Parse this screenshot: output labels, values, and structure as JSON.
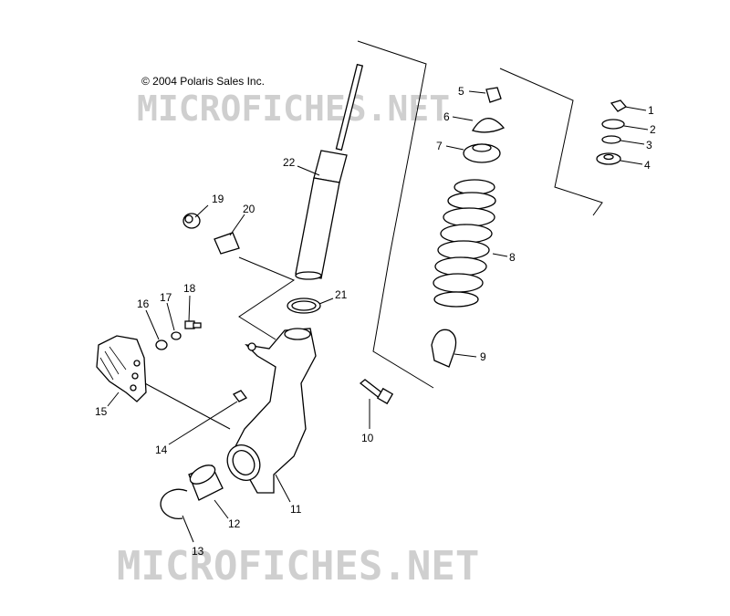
{
  "copyright": "© 2004 Polaris Sales Inc.",
  "watermark_text": "MICROFICHES.NET",
  "callouts": [
    "1",
    "2",
    "3",
    "4",
    "5",
    "6",
    "7",
    "8",
    "9",
    "10",
    "11",
    "12",
    "13",
    "14",
    "15",
    "16",
    "17",
    "18",
    "19",
    "20",
    "21",
    "22"
  ]
}
